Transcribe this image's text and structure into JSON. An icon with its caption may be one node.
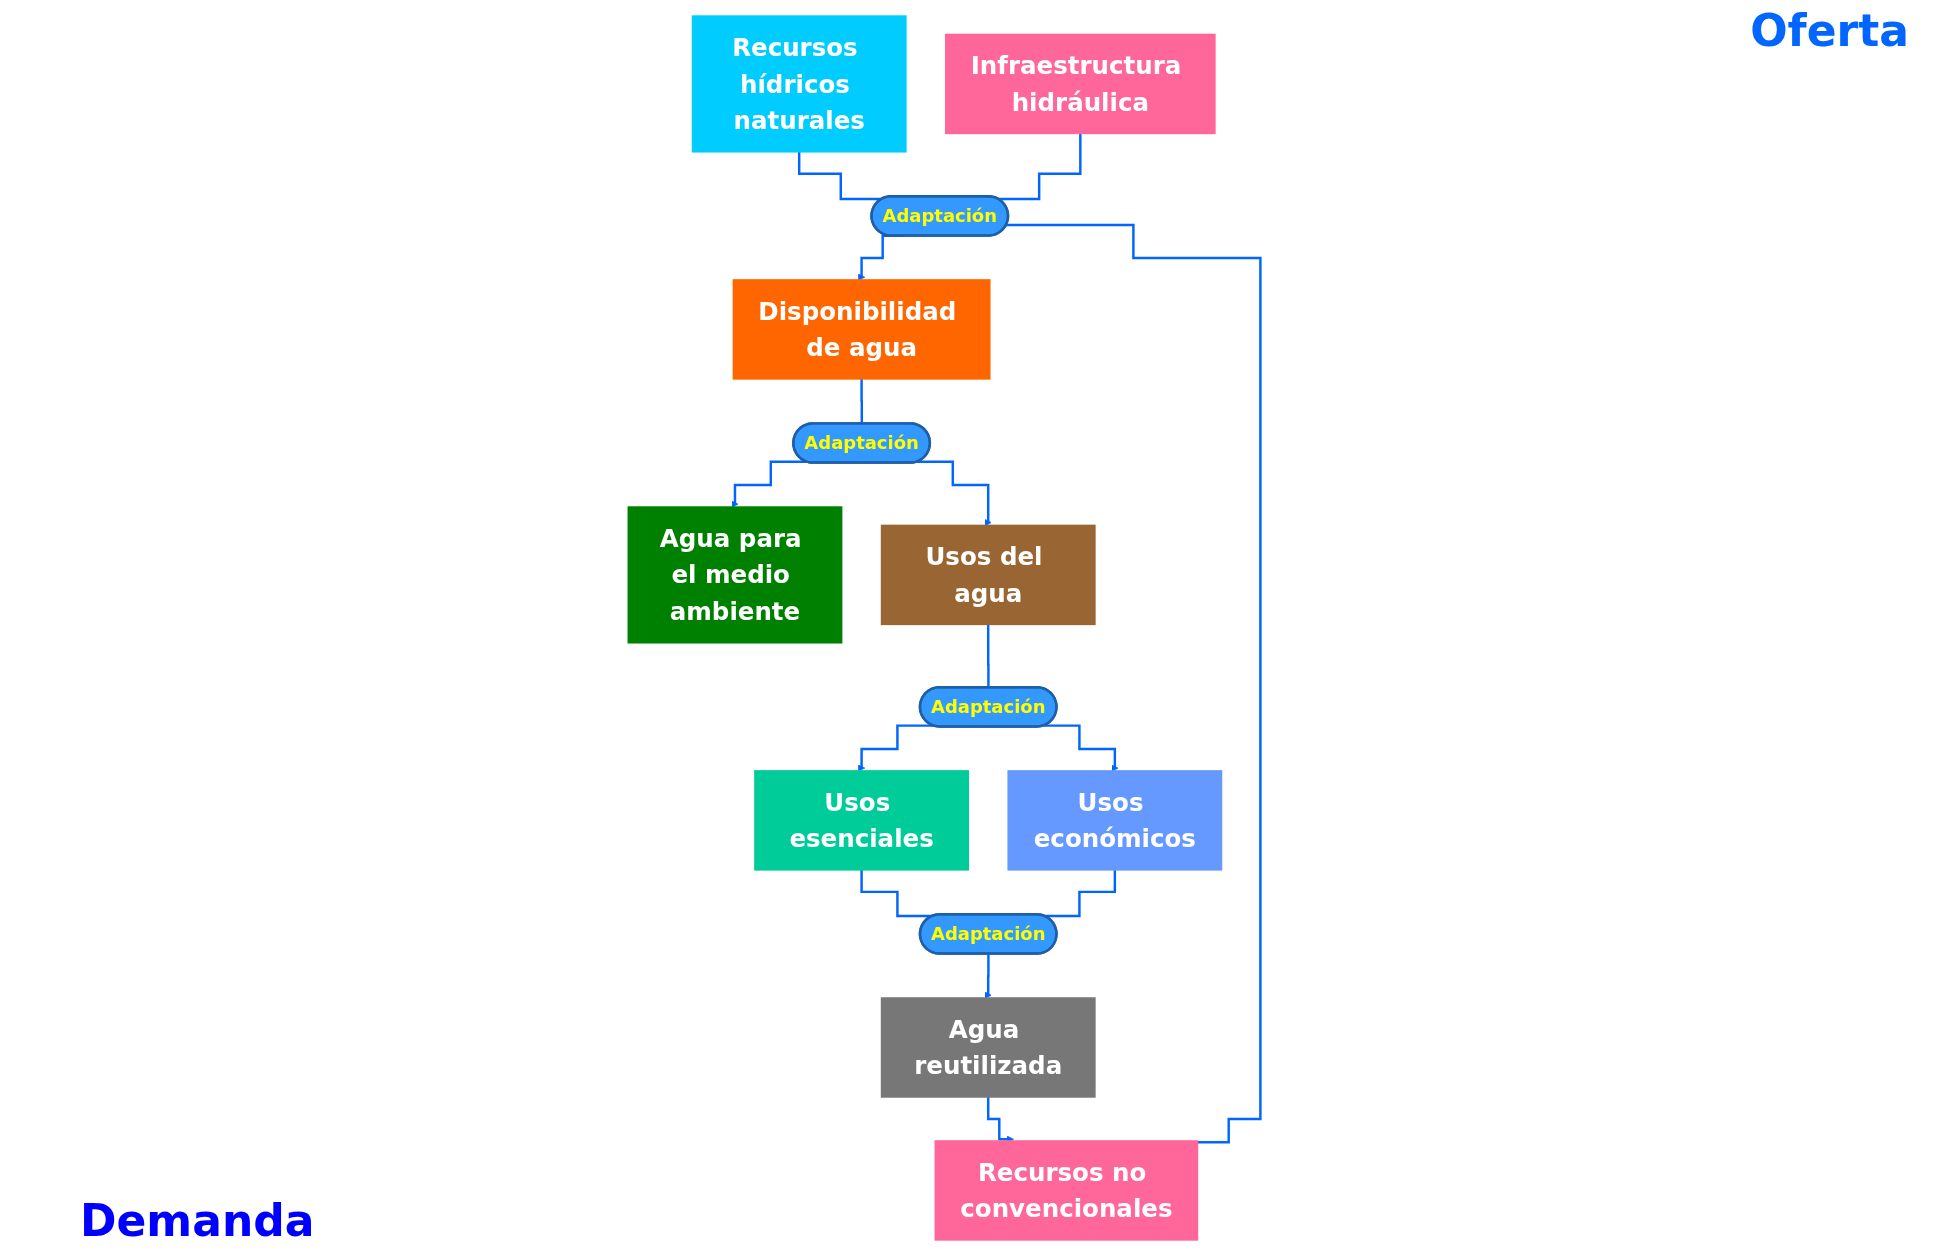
{
  "diagram": {
    "nodes": [
      {
        "text": [
          "Recursos hídricos naturales"
        ]
      },
      {
        "text": [
          "Infraestructura hidráulica"
        ]
      },
      {
        "text": [
          "Adaptación"
        ]
      },
      {
        "text": [
          "Recursos no convencionales"
        ]
      },
      {
        "text": [
          "Disponibilidad de agua"
        ]
      },
      {
        "text": [
          "Adaptación"
        ]
      },
      {
        "text": [
          "Agua para el medio ambiente"
        ]
      },
      {
        "text": [
          "Usos del agua"
        ]
      },
      {
        "text": [
          "Adaptación"
        ]
      },
      {
        "text": [
          "Usos esenciales"
        ]
      },
      {
        "text": [
          "Usos económicos"
        ]
      },
      {
        "text": [
          "Adaptación"
        ]
      },
      {
        "text": [
          "Agua reutilizada"
        ]
      }
    ],
    "edges": [
      {
        "from": 0,
        "to": 2,
        "arrow": "none"
      },
      {
        "from": 1,
        "to": 2,
        "arrow": "none"
      },
      {
        "from": 3,
        "to": 2,
        "arrow": "none"
      },
      {
        "from": 2,
        "to": 4,
        "arrow": "to"
      },
      {
        "from": 4,
        "to": 5,
        "arrow": "none"
      },
      {
        "from": 5,
        "to": 6,
        "arrow": "to"
      },
      {
        "from": 5,
        "to": 7,
        "arrow": "to"
      },
      {
        "from": 7,
        "to": 8,
        "arrow": "none"
      },
      {
        "from": 8,
        "to": 9,
        "arrow": "to"
      },
      {
        "from": 8,
        "to": 10,
        "arrow": "to"
      },
      {
        "from": 9,
        "to": 11,
        "arrow": "none"
      },
      {
        "from": 10,
        "to": 11,
        "arrow": "none"
      },
      {
        "from": 11,
        "to": 12,
        "arrow": "to"
      },
      {
        "from": 12,
        "to": 3,
        "arrow": "to"
      }
    ],
    "labels": [
      "Oferta",
      "Demanda"
    ]
  }
}
